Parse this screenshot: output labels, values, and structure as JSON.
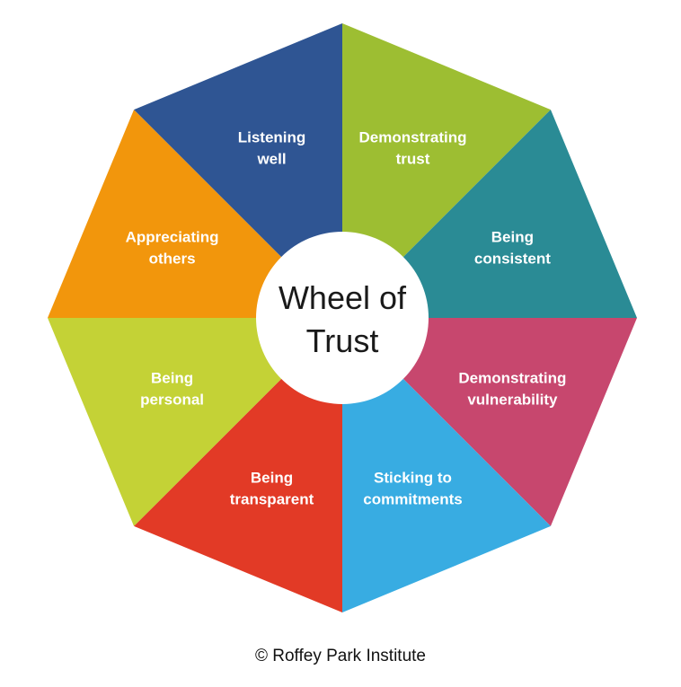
{
  "center": {
    "line1": "Wheel of",
    "line2": "Trust"
  },
  "segments": [
    {
      "lines": [
        "Demonstrating",
        "trust"
      ],
      "color": "#9DBE32"
    },
    {
      "lines": [
        "Being",
        "consistent"
      ],
      "color": "#2A8B95"
    },
    {
      "lines": [
        "Demonstrating",
        "vulnerability"
      ],
      "color": "#C7476E"
    },
    {
      "lines": [
        "Sticking to",
        "commitments"
      ],
      "color": "#38ACE2"
    },
    {
      "lines": [
        "Being",
        "transparent"
      ],
      "color": "#E23A26"
    },
    {
      "lines": [
        "Being",
        "personal"
      ],
      "color": "#C4D236"
    },
    {
      "lines": [
        "Appreciating",
        "others"
      ],
      "color": "#F2960C"
    },
    {
      "lines": [
        "Listening",
        "well"
      ],
      "color": "#2F5593"
    }
  ],
  "footer": {
    "copyright": "© Roffey Park Institute"
  }
}
